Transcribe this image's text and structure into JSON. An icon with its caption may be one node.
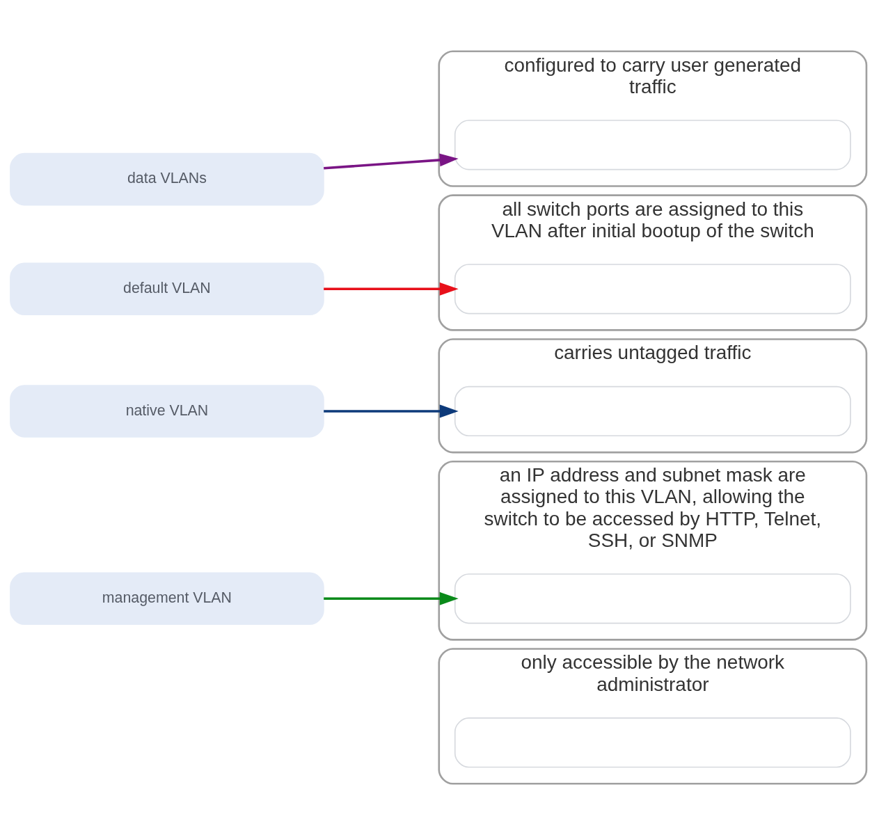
{
  "diagram": {
    "nodes": [
      {
        "text": [
          "default VLAN"
        ]
      },
      {
        "text": [
          "management VLAN"
        ]
      },
      {
        "text": [
          "data VLANs"
        ]
      },
      {
        "text": [
          "native VLAN"
        ]
      },
      {
        "text": [
          "configured to carry user generated traffic"
        ]
      },
      {
        "text": [],
        "shape": "box",
        "in": 4
      },
      {
        "text": [
          "all switch ports are assigned to this VLAN after initial bootup of the switch"
        ]
      },
      {
        "text": [],
        "shape": "box",
        "in": 6
      },
      {
        "text": [
          "carries untagged traffic"
        ]
      },
      {
        "text": [],
        "shape": "box",
        "in": 8
      },
      {
        "text": [
          "an IP address and subnet mask are assigned to this VLAN, allowing the switch to be accessed by HTTP, Telnet, SSH, or SNMP"
        ]
      },
      {
        "text": [],
        "shape": "box",
        "in": 10
      },
      {
        "text": [
          "only accessible by the network administrator"
        ]
      },
      {
        "text": [],
        "shape": "box",
        "in": 12
      }
    ],
    "edges": [
      {
        "from": 0,
        "to": 7,
        "arrow": "to",
        "color": "#e8101a"
      },
      {
        "from": 1,
        "to": 11,
        "arrow": "to",
        "color": "#0a8a1a"
      },
      {
        "from": 2,
        "to": 5,
        "arrow": "to",
        "color": "#7a1585"
      },
      {
        "from": 3,
        "to": 9,
        "arrow": "to",
        "color": "#0d3a7a"
      }
    ]
  }
}
